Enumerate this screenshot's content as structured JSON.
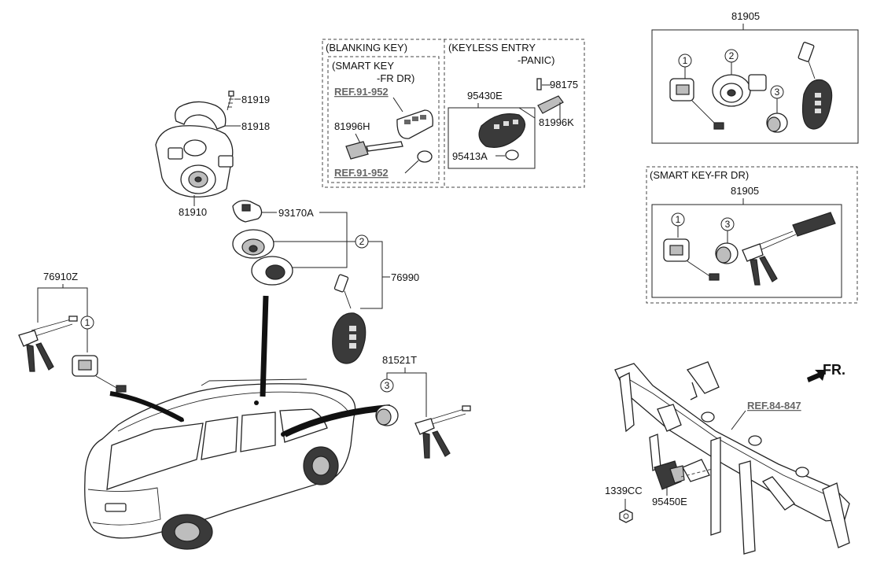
{
  "labels": {
    "p81905_top": "81905",
    "blanking_key": "(BLANKING KEY)",
    "smart_key": "(SMART KEY",
    "fr_dr": "-FR DR)",
    "keyless_entry": "(KEYLESS ENTRY",
    "panic": "-PANIC)",
    "ref_91952_a": "REF.91-952",
    "ref_91952_b": "REF.91-952",
    "p95430e": "95430E",
    "p98175": "98175",
    "p81996k": "81996K",
    "p81996h": "81996H",
    "p95413a": "95413A",
    "p81919": "81919",
    "p81918": "81918",
    "p81910": "81910",
    "p93170a": "93170A",
    "p76990": "76990",
    "p76910z": "76910Z",
    "p81521t": "81521T",
    "smart_key_fr_dr": "(SMART KEY-FR DR)",
    "p81905_mid": "81905",
    "fr": "FR.",
    "ref_84847": "REF.84-847",
    "p1339cc": "1339CC",
    "p95450e": "95450E"
  },
  "callouts": {
    "c1": "1",
    "c2": "2",
    "c3": "3"
  }
}
